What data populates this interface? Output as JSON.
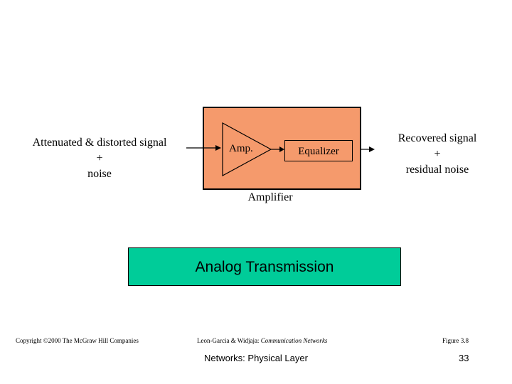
{
  "diagram": {
    "input_signal": {
      "line1": "Attenuated & distorted signal",
      "line2": "+",
      "line3": "noise"
    },
    "amp_label": "Amp.",
    "equalizer_label": "Equalizer",
    "amplifier_label": "Amplifier",
    "output_signal": {
      "line1": "Recovered signal",
      "line2": "+",
      "line3": "residual noise"
    },
    "colors": {
      "amplifier_fill": "#f59a6c",
      "title_fill": "#00cc99"
    }
  },
  "title": "Analog Transmission",
  "footer": {
    "copyright": "Copyright ©2000 The McGraw Hill Companies",
    "citation_authors": "Leon-Garcia & Widjaja:",
    "citation_title": "Communication Networks",
    "figure": "Figure 3.8",
    "course": "Networks: Physical Layer",
    "page": "33"
  }
}
